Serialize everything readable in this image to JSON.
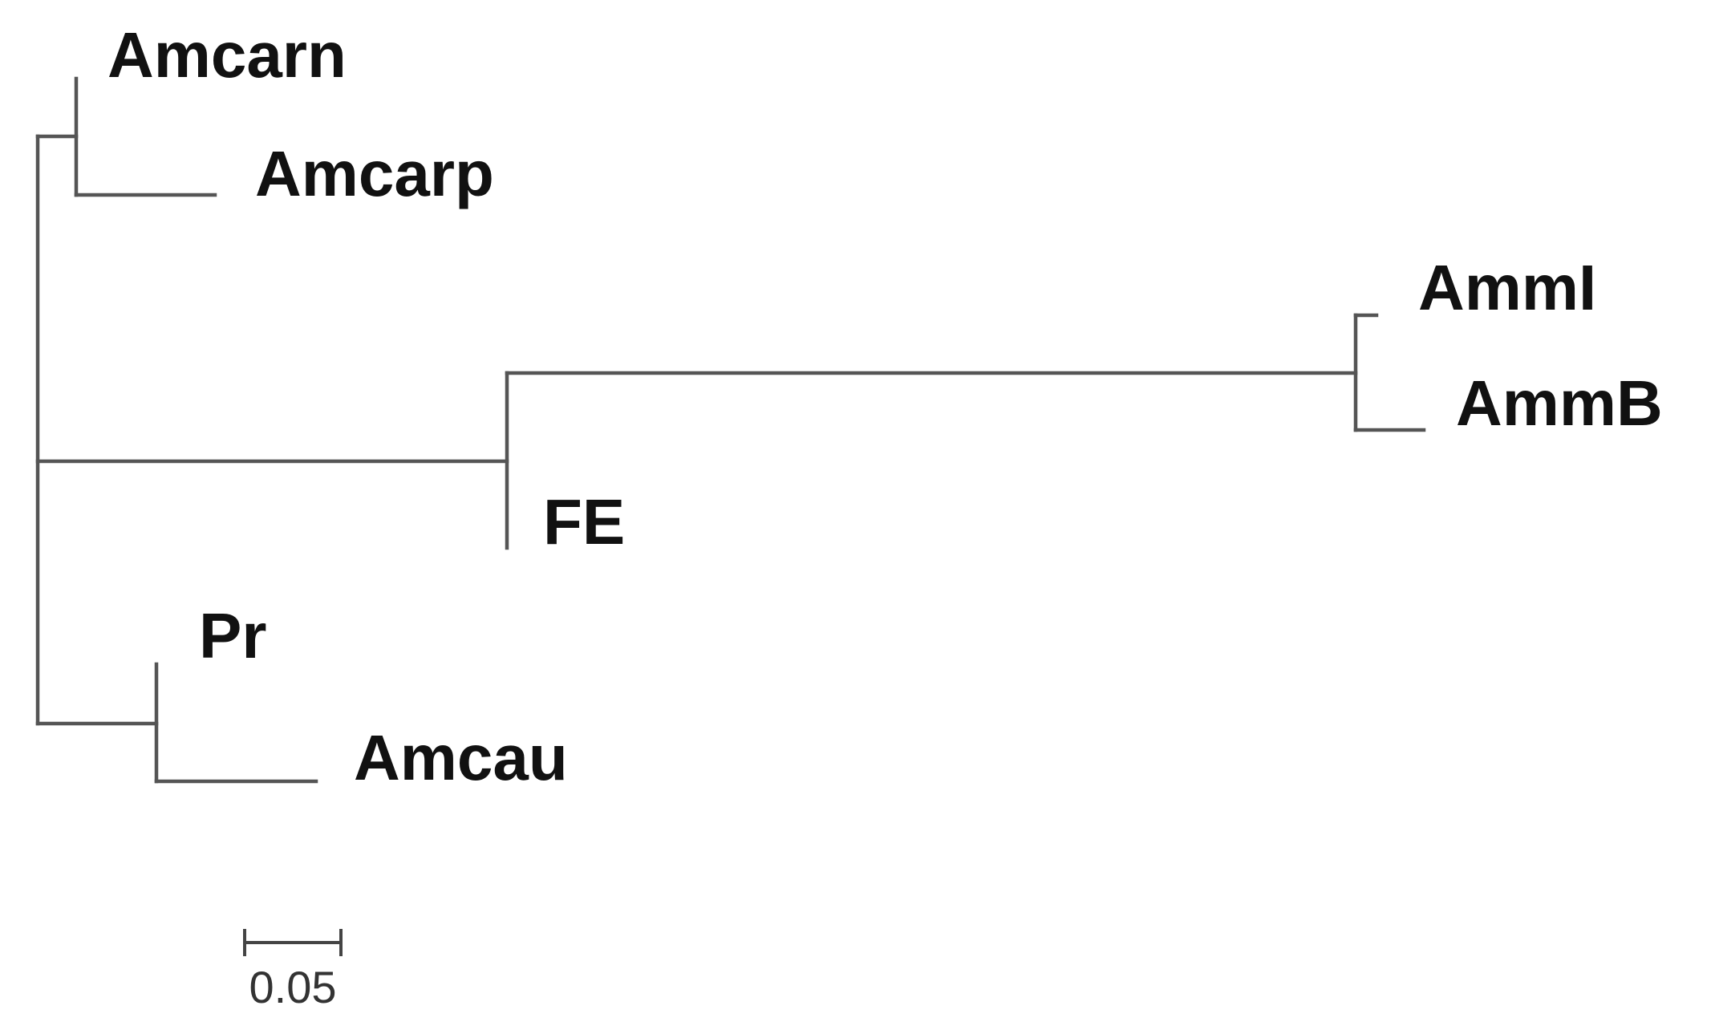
{
  "tree": {
    "taxa": {
      "amcarn": "Amcarn",
      "amcarp": "Amcarp",
      "amml": "AmmI",
      "ammb": "AmmB",
      "fe": "FE",
      "pr": "Pr",
      "amcau": "Amcau"
    },
    "scale_bar": {
      "label": "0.05",
      "length": 0.05
    },
    "line_color": "#555555",
    "label_color": "#111111"
  }
}
